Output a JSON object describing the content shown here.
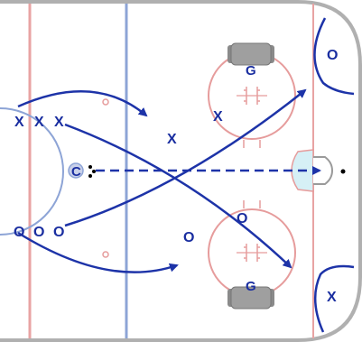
{
  "diagram": {
    "colors": {
      "blue_line": "#8da4d6",
      "red_line": "#e8a3a3",
      "faceoff_red": "#e69c9c",
      "path": "#1d33a8",
      "crease": "#d6f0f6",
      "board": "#b0b0b0",
      "goalie_pad": "#8a8a8a",
      "label": "#1a2ea0",
      "puck": "#000000"
    },
    "players": {
      "x_left": [
        "X",
        "X",
        "X"
      ],
      "o_left": [
        "O",
        "O",
        "O"
      ],
      "x_mid": "X",
      "x_circle": "X",
      "o_mid": "O",
      "o_circle": "O",
      "o_corner": "O",
      "x_corner": "X",
      "coach": "C",
      "goalie_top": "G",
      "goalie_bottom": "G"
    }
  }
}
